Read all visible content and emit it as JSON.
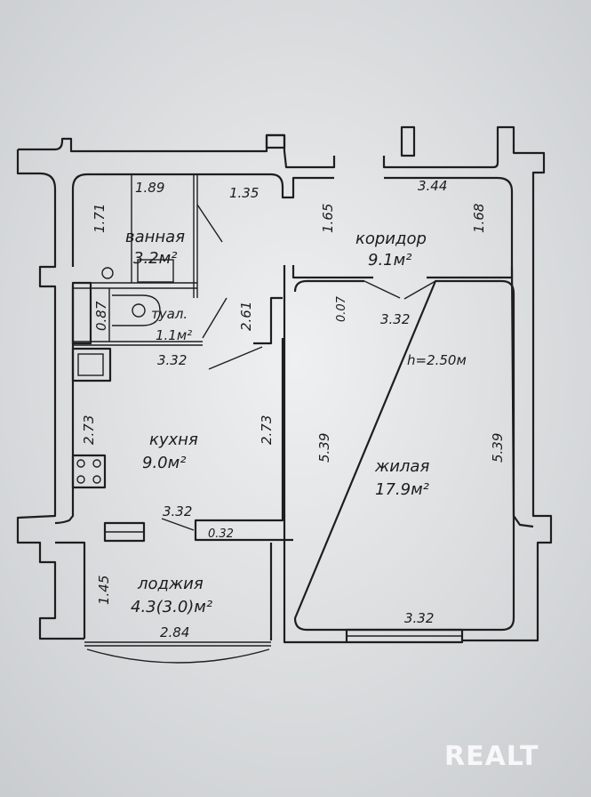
{
  "rooms": {
    "bathroom": {
      "name": "ванная",
      "area": "3.2м²"
    },
    "toilet": {
      "name": "туал.",
      "area": "1.1м²"
    },
    "corridor": {
      "name": "коридор",
      "area": "9.1м²"
    },
    "kitchen": {
      "name": "кухня",
      "area": "9.0м²"
    },
    "living": {
      "name": "жилая",
      "area": "17.9м²"
    },
    "loggia": {
      "name": "лоджия",
      "area": "4.3(3.0)м²"
    }
  },
  "dimensions": {
    "bath_width": "1.89",
    "bath_height": "1.71",
    "hall_top": "1.35",
    "corridor_left": "1.65",
    "corridor_width": "3.44",
    "corridor_right": "1.68",
    "toilet_height": "0.87",
    "hall_height": "2.61",
    "wall_thickness_top": "0.07",
    "living_top": "3.32",
    "kitchen_top": "3.32",
    "ceiling_height": "h=2.50м",
    "kitchen_left": "2.73",
    "kitchen_right": "2.73",
    "living_left": "5.39",
    "living_right": "5.39",
    "kitchen_bottom": "3.32",
    "wall_thickness_bottom": "0.32",
    "loggia_height": "1.45",
    "loggia_width": "2.84",
    "living_bottom": "3.32"
  },
  "watermark": "REALT"
}
